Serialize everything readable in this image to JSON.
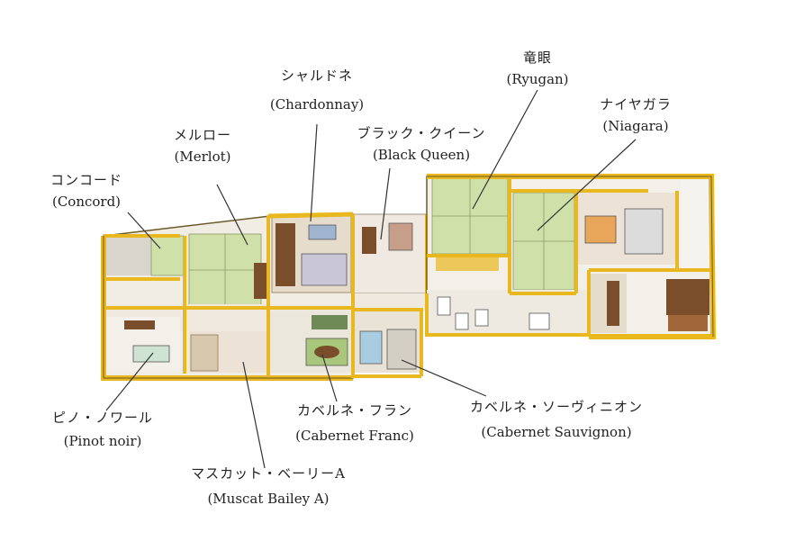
{
  "rooms": [
    {
      "id": "concord",
      "ja": "コンコード",
      "en": "(Concord)"
    },
    {
      "id": "merlot",
      "ja": "メルロー",
      "en": "(Merlot)"
    },
    {
      "id": "chardonnay",
      "ja": "シャルドネ",
      "en": "(Chardonnay)"
    },
    {
      "id": "black-queen",
      "ja": "ブラック・クイーン",
      "en": "(Black Queen)"
    },
    {
      "id": "ryugan",
      "ja": "竜眼",
      "en": "(Ryugan)"
    },
    {
      "id": "niagara",
      "ja": "ナイヤガラ",
      "en": "(Niagara)"
    },
    {
      "id": "pinot-noir",
      "ja": "ピノ・ノワール",
      "en": "(Pinot noir)"
    },
    {
      "id": "muscat-bailey-a",
      "ja": "マスカット・ベーリーA",
      "en": "(Muscat Bailey A)"
    },
    {
      "id": "cabernet-franc",
      "ja": "カベルネ・フラン",
      "en": "(Cabernet Franc)"
    },
    {
      "id": "cabernet-sauvignon",
      "ja": "カベルネ・ソーヴィニオン",
      "en": "(Cabernet Sauvignon)"
    }
  ],
  "colors": {
    "wall": "#e8b81e",
    "wall_edge": "#6b5a2a",
    "tatami": "#cfe0a8",
    "wood_floor": "#e6dccb",
    "dark_wood": "#7a4e2a",
    "bath": "#a9cde0",
    "leader": "#333333"
  }
}
